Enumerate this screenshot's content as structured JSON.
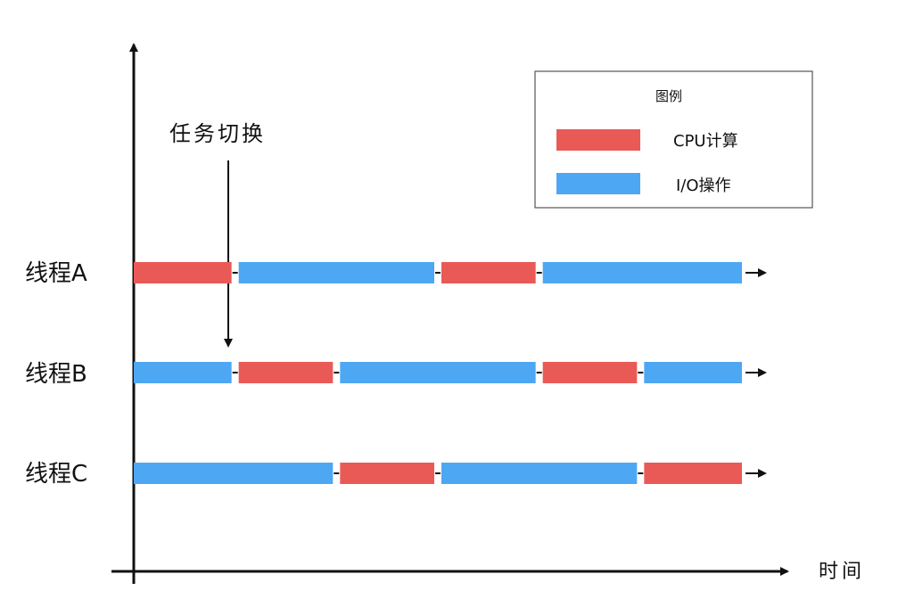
{
  "annotation": "任务切换",
  "x_axis_label": "时间",
  "legend": {
    "title": "图例",
    "items": [
      {
        "label": "CPU计算",
        "kind": "cpu"
      },
      {
        "label": "I/O操作",
        "kind": "io"
      }
    ]
  },
  "colors": {
    "cpu": "#e95a57",
    "io": "#4ea7f3"
  },
  "threads": [
    {
      "name": "线程A",
      "segments": [
        {
          "kind": "cpu",
          "start": 0,
          "end": 1
        },
        {
          "kind": "io",
          "start": 1,
          "end": 3
        },
        {
          "kind": "cpu",
          "start": 3,
          "end": 4
        },
        {
          "kind": "io",
          "start": 4,
          "end": 6
        }
      ]
    },
    {
      "name": "线程B",
      "segments": [
        {
          "kind": "io",
          "start": 0,
          "end": 1
        },
        {
          "kind": "cpu",
          "start": 1,
          "end": 2
        },
        {
          "kind": "io",
          "start": 2,
          "end": 4
        },
        {
          "kind": "cpu",
          "start": 4,
          "end": 5
        },
        {
          "kind": "io",
          "start": 5,
          "end": 6
        }
      ]
    },
    {
      "name": "线程C",
      "segments": [
        {
          "kind": "io",
          "start": 0,
          "end": 2
        },
        {
          "kind": "cpu",
          "start": 2,
          "end": 3
        },
        {
          "kind": "io",
          "start": 3,
          "end": 5
        },
        {
          "kind": "cpu",
          "start": 5,
          "end": 6
        }
      ]
    }
  ]
}
